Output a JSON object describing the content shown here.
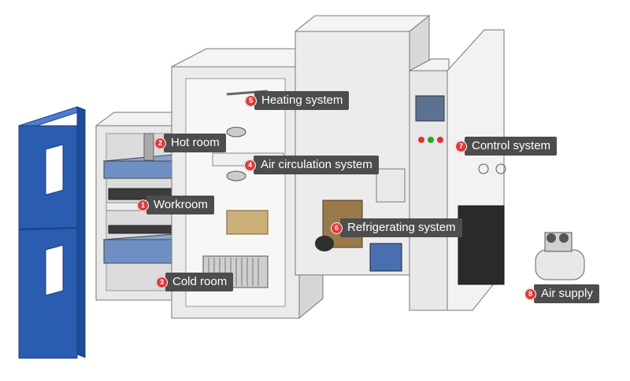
{
  "labels": [
    {
      "num": "1",
      "text": "Workroom"
    },
    {
      "num": "2",
      "text": "Hot room"
    },
    {
      "num": "3",
      "text": "Cold room"
    },
    {
      "num": "4",
      "text": "Air circulation system"
    },
    {
      "num": "5",
      "text": "Heating system"
    },
    {
      "num": "6",
      "text": "Refrigerating system"
    },
    {
      "num": "7",
      "text": "Control system"
    },
    {
      "num": "8",
      "text": "Air supply"
    }
  ],
  "colors": {
    "badge": "#e03a3a",
    "tag": "#4d4d4d",
    "door": "#2a5cb0",
    "panel": "#e6e6e6"
  }
}
